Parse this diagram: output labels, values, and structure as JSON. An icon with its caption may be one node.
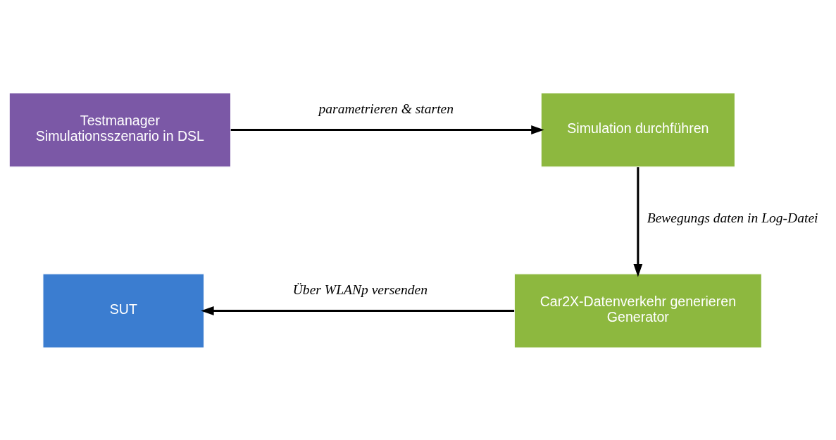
{
  "diagram": {
    "nodes": [
      {
        "text": [
          "Testmanager",
          "Simulationsszenario in DSL"
        ]
      },
      {
        "text": [
          "Simulation durchführen"
        ]
      },
      {
        "text": [
          "Car2X-Datenverkehr generieren",
          "Generator"
        ]
      },
      {
        "text": [
          "SUT"
        ]
      }
    ],
    "edges": [
      {
        "from": 0,
        "to": 1,
        "arrow": "to",
        "label": "parametrieren & starten"
      },
      {
        "from": 1,
        "to": 2,
        "arrow": "to",
        "label": "Bewegungs daten in Log-Datei"
      },
      {
        "from": 2,
        "to": 3,
        "arrow": "to",
        "label": "Über WLANp versenden"
      }
    ]
  }
}
